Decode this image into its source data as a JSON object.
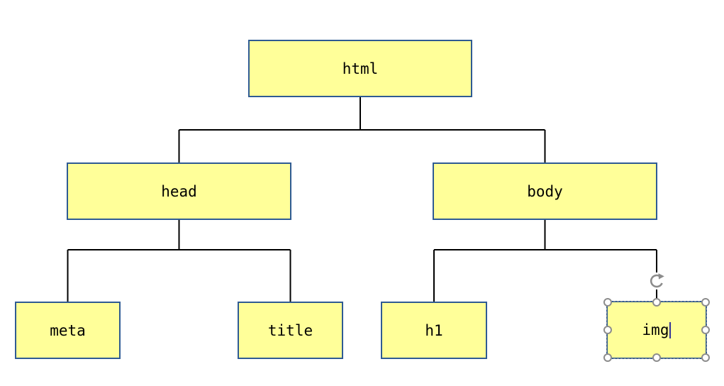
{
  "diagram": {
    "type": "tree",
    "nodes": [
      {
        "id": "html",
        "label": "html"
      },
      {
        "id": "head",
        "label": "head"
      },
      {
        "id": "body",
        "label": "body"
      },
      {
        "id": "meta",
        "label": "meta"
      },
      {
        "id": "title",
        "label": "title"
      },
      {
        "id": "h1",
        "label": "h1"
      },
      {
        "id": "img",
        "label": "img",
        "selected": true,
        "editing": true
      }
    ],
    "edges": [
      {
        "from": "html",
        "to": "head"
      },
      {
        "from": "html",
        "to": "body"
      },
      {
        "from": "head",
        "to": "meta"
      },
      {
        "from": "head",
        "to": "title"
      },
      {
        "from": "body",
        "to": "h1"
      },
      {
        "from": "body",
        "to": "img"
      }
    ],
    "colors": {
      "canvas_background": "#FFFFFF",
      "node_fill": "#FFFF99",
      "node_border": "#2F5B93",
      "node_text": "#000000",
      "connector": "#000000",
      "selection_handle_fill": "#FFFFFF",
      "selection_handle_stroke": "#8C8C8C",
      "selection_outline": "#9A9A9A",
      "text_caret": "#333399"
    },
    "selection": {
      "node": "img",
      "resize_handles": [
        "top-left",
        "top-middle",
        "top-right",
        "middle-left",
        "middle-right",
        "bottom-left",
        "bottom-middle",
        "bottom-right"
      ],
      "rotate_handle": true,
      "text_caret": true
    }
  }
}
